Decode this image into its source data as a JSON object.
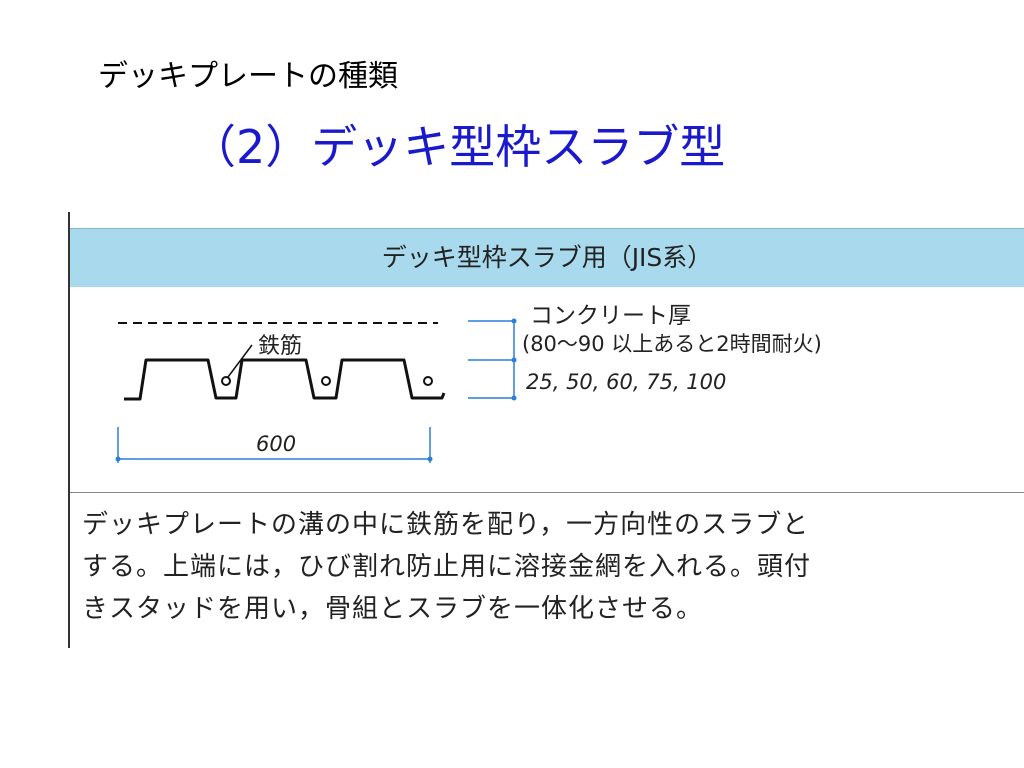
{
  "slide": {
    "subtitle": "デッキプレートの種類",
    "title": "（2）デッキ型枠スラブ型"
  },
  "panel": {
    "header": "デッキ型枠スラブ用（JIS系）",
    "diagram": {
      "rebar_label": "鉄筋",
      "concrete_label": "コンクリート厚",
      "concrete_note": "(80～90 以上あると2時間耐火)",
      "deck_heights": "25, 50, 60, 75, 100",
      "width": "600",
      "colors": {
        "dimension": "#2a7fd8",
        "line": "#111111"
      }
    },
    "caption": [
      "デッキプレートの溝の中に鉄筋を配り，一方向性のスラブと",
      "する。上端には，ひび割れ防止用に溶接金網を入れる。頭付",
      "きスタッドを用い，骨組とスラブを一体化させる。"
    ]
  }
}
